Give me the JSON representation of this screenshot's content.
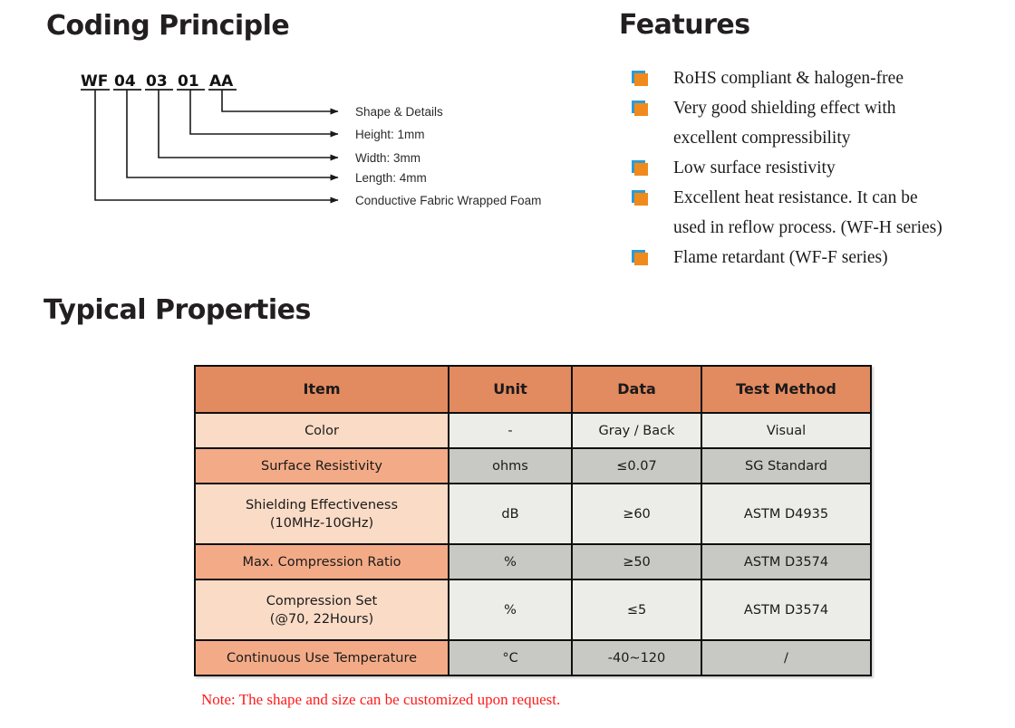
{
  "sections": {
    "coding": {
      "title": "Coding Principle",
      "code_segments": [
        {
          "text": "WF"
        },
        {
          "text": "04"
        },
        {
          "text": "03"
        },
        {
          "text": "01"
        },
        {
          "text": "AA"
        }
      ],
      "leaders": [
        {
          "label": "Shape & Details"
        },
        {
          "label": "Height: 1mm"
        },
        {
          "label": "Width: 3mm"
        },
        {
          "label": "Length: 4mm"
        },
        {
          "label": "Conductive Fabric Wrapped Foam"
        }
      ]
    },
    "features": {
      "title": "Features",
      "bullet_colors": {
        "face": "#f08a1c",
        "shadow": "#2c9cd4"
      },
      "items": [
        {
          "text": "RoHS compliant & halogen-free"
        },
        {
          "text": "Very good shielding effect with\nexcellent compressibility"
        },
        {
          "text": "Low surface resistivity"
        },
        {
          "text": "Excellent heat resistance. It can be\nused in reflow process. (WF-H series)"
        },
        {
          "text": "Flame retardant (WF-F series)"
        }
      ]
    },
    "properties": {
      "title": "Typical Properties",
      "table": {
        "colors": {
          "header": "#e28a60",
          "item_odd": "#fadbc6",
          "item_even": "#f3ab87",
          "value_odd": "#ecece8",
          "value_even": "#c8c8c4",
          "border": "#0f0f0f"
        },
        "headers": [
          "Item",
          "Unit",
          "Data",
          "Test Method"
        ],
        "rows": [
          {
            "item": "Color",
            "unit": "-",
            "data": "Gray / Back",
            "test": "Visual"
          },
          {
            "item": "Surface Resistivity",
            "unit": "ohms",
            "data": "≤0.07",
            "test": "SG Standard"
          },
          {
            "item": "Shielding Effectiveness\n(10MHz-10GHz)",
            "unit": "dB",
            "data": "≥60",
            "test": "ASTM D4935"
          },
          {
            "item": "Max. Compression Ratio",
            "unit": "%",
            "data": "≥50",
            "test": "ASTM D3574"
          },
          {
            "item": "Compression Set\n(@70, 22Hours)",
            "unit": "%",
            "data": "≤5",
            "test": "ASTM D3574"
          },
          {
            "item": "Continuous Use Temperature",
            "unit": "°C",
            "data": "-40~120",
            "test": "/"
          }
        ]
      },
      "note": "Note: The shape and size can be customized upon request.",
      "note_color": "#ff1a1a"
    }
  }
}
